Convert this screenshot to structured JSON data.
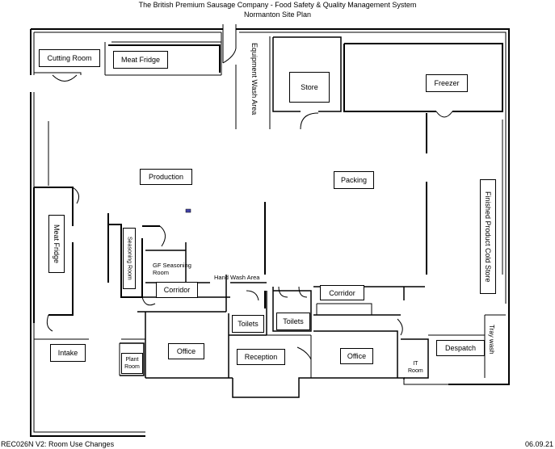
{
  "header": {
    "title": "The British Premium Sausage Company - Food Safety & Quality Management System",
    "subtitle": "Normanton Site Plan"
  },
  "footer": {
    "left": "REC026N V2: Room Use Changes",
    "right": "06.09.21"
  },
  "rooms": {
    "cutting_room": "Cutting Room",
    "meat_fridge_top": "Meat Fridge",
    "equipment_wash": "Equipment Wash Area",
    "store": "Store",
    "freezer": "Freezer",
    "production": "Production",
    "packing": "Packing",
    "meat_fridge_left": "Meat Fridge",
    "seasoning_room": "Seasoning Room",
    "gf_seasoning_line1": "GF Seasoning",
    "gf_seasoning_line2": "Room",
    "hand_wash": "Hand Wash Area",
    "corridor_left": "Corridor",
    "corridor_right": "Corridor",
    "toilets_left": "Toilets",
    "toilets_right": "Toilets",
    "finished_cold_store": "Finished Product Cold Store",
    "tray_wash": "Tray wash",
    "intake": "Intake",
    "plant_room_line1": "Plant",
    "plant_room_line2": "Room",
    "office_left": "Office",
    "reception": "Reception",
    "office_right": "Office",
    "it_room_line1": "IT",
    "it_room_line2": "Room",
    "despatch": "Despatch"
  }
}
